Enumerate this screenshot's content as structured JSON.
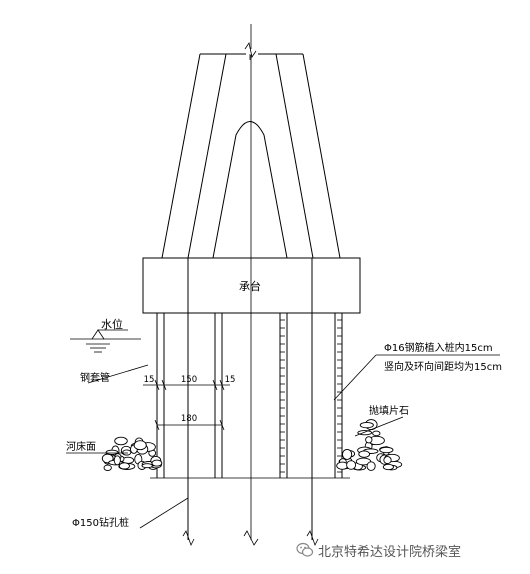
{
  "labels": {
    "cap": "承台",
    "water_level": "水位",
    "casing": "钢套管",
    "riverbed": "河床面",
    "rubble": "抛填片石",
    "pile": "Φ150钻孔桩",
    "rebar_line1": "Φ16钢筋植入桩内15cm",
    "rebar_line2": "竖向及环向间距均为15cm"
  },
  "dimensions": {
    "left_gap": "15",
    "pile_width": "150",
    "right_gap": "15",
    "total_width": "180"
  },
  "watermark": "北京特希达设计院桥梁室",
  "colors": {
    "line": "#000000",
    "background": "#ffffff",
    "watermark_text": "#555555"
  }
}
